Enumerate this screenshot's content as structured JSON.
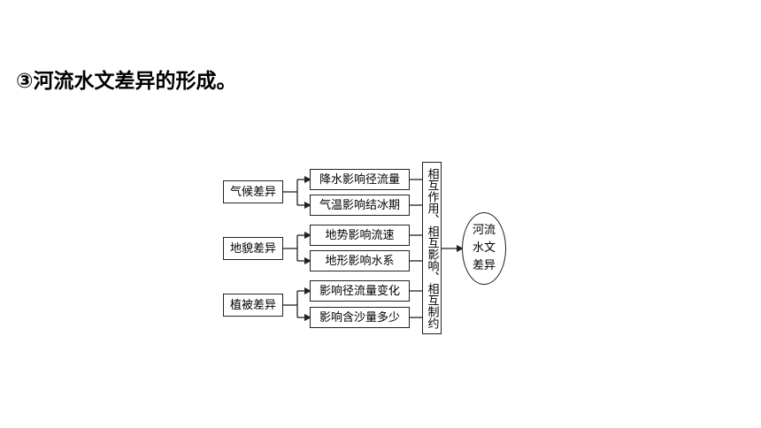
{
  "heading": "③河流水文差异的形成。",
  "diagram": {
    "factors": [
      {
        "label": "气候差异",
        "effects": [
          "降水影响径流量",
          "气温影响结冰期"
        ]
      },
      {
        "label": "地貌差异",
        "effects": [
          "地势影响流速",
          "地形影响水系"
        ]
      },
      {
        "label": "植被差异",
        "effects": [
          "影响径流量变化",
          "影响含沙量多少"
        ]
      }
    ],
    "interaction": "相互作用、相互影响、相互制约",
    "result_lines": [
      "河流",
      "水文",
      "差异"
    ]
  }
}
